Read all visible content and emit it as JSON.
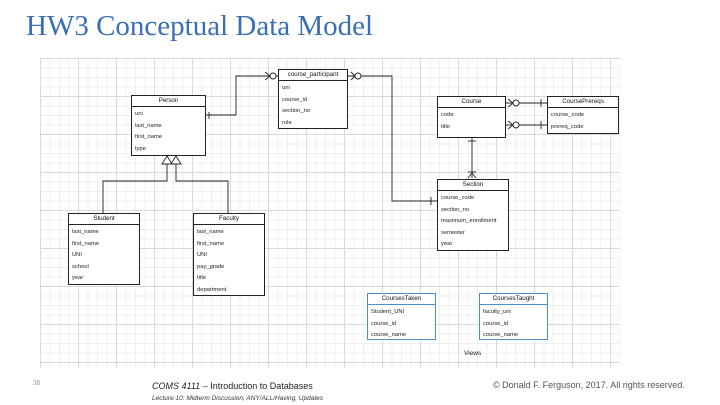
{
  "slide": {
    "title": "HW3 Conceptual Data Model",
    "page_number": "38",
    "course_prefix": "COMS 4111",
    "course_suffix": " – Introduction to Databases",
    "lecture": "Lecture 10: Midterm Discussion, ANY/ALL/Having, Updates",
    "copyright": "© Donald F. Ferguson, 2017. All rights reserved."
  },
  "diagram": {
    "entities": {
      "person": {
        "name": "Person",
        "attributes": [
          "uni",
          "last_name",
          "first_name",
          "type"
        ]
      },
      "course_participant": {
        "name": "course_participant",
        "attributes": [
          "uni",
          "course_id",
          "section_no",
          "role"
        ]
      },
      "course": {
        "name": "Course",
        "attributes": [
          "code",
          "title"
        ]
      },
      "course_prereqs": {
        "name": "CoursePrereqs",
        "attributes": [
          "course_code",
          "prereq_code"
        ]
      },
      "section": {
        "name": "Section",
        "attributes": [
          "course_code",
          "section_no",
          "maximum_enrollment",
          "semester",
          "year"
        ]
      },
      "student": {
        "name": "Student",
        "attributes": [
          "last_name",
          "first_name",
          "UNI",
          "school",
          "year"
        ]
      },
      "faculty": {
        "name": "Faculty",
        "attributes": [
          "last_name",
          "first_name",
          "UNI",
          "pay_grade",
          "title",
          "department"
        ]
      },
      "courses_taken": {
        "name": "CoursesTaken",
        "attributes": [
          "Student_UNI",
          "course_id",
          "course_name"
        ]
      },
      "courses_taught": {
        "name": "CoursesTaught",
        "attributes": [
          "faculty_uni",
          "course_id",
          "course_name"
        ]
      }
    },
    "views_label": "Views"
  }
}
